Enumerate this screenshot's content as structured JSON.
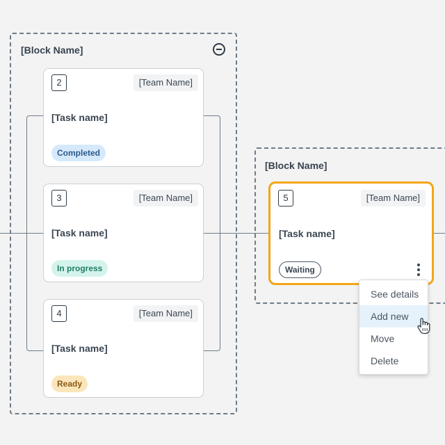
{
  "blocks": [
    {
      "title": "[Block Name]"
    },
    {
      "title": "[Block Name]"
    }
  ],
  "cards": [
    {
      "number": "2",
      "team": "[Team Name]",
      "task": "[Task name]",
      "status": "Completed"
    },
    {
      "number": "3",
      "team": "[Team Name]",
      "task": "[Task name]",
      "status": "In progress"
    },
    {
      "number": "4",
      "team": "[Team Name]",
      "task": "[Task name]",
      "status": "Ready"
    },
    {
      "number": "5",
      "team": "[Team Name]",
      "task": "[Task name]",
      "status": "Waiting"
    }
  ],
  "context_menu": {
    "items": [
      "See details",
      "Add new",
      "Move",
      "Delete"
    ],
    "hovered": "Add new"
  },
  "icons": {
    "collapse": "minus-circle-icon",
    "more": "more-vertical-icon",
    "cursor": "hand-pointer-icon"
  },
  "colors": {
    "selected_border": "#f3a517",
    "completed": "#d6e9fb",
    "in_progress": "#d4f3ec",
    "ready": "#fbe6bb",
    "menu_hover": "#e6f2fb"
  }
}
